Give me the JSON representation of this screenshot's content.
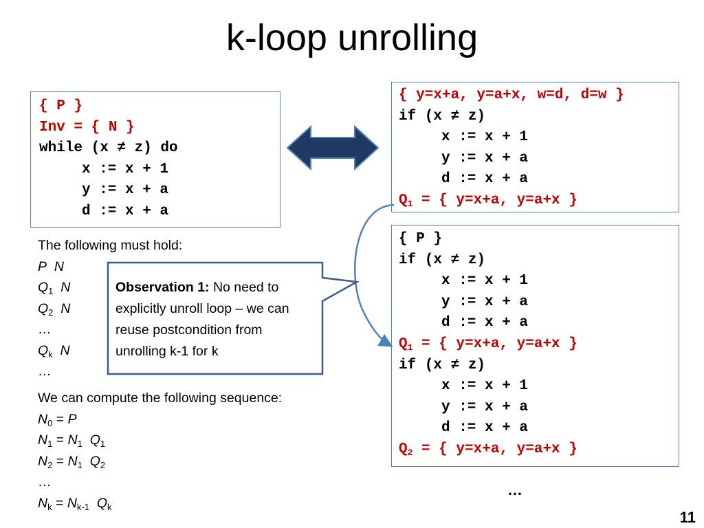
{
  "slide": {
    "title": "k-loop unrolling",
    "page_number": "11",
    "continuation": "…"
  },
  "left_box": {
    "precondition": "{ P }",
    "invariant": "Inv = { N }",
    "loop_header": "while (x ≠ z) do",
    "body": [
      "x := x + 1",
      "y := x + a",
      "d := x + a"
    ]
  },
  "top_right_box": {
    "assumption": "{ y=x+a, y=a+x, w=d, d=w }",
    "if_header": "if (x ≠ z)",
    "body": [
      "x := x + 1",
      "y := x + a",
      "d := x + a"
    ],
    "post_label": "Q",
    "post_index": "1",
    "post_rest": " = { y=x+a, y=a+x }"
  },
  "bottom_right_box": {
    "precondition": "{ P }",
    "block1": {
      "if_header": "if (x ≠ z)",
      "body": [
        "x := x + 1",
        "y := x + a",
        "d := x + a"
      ],
      "post_label": "Q",
      "post_index": "1",
      "post_rest": " = { y=x+a, y=a+x }"
    },
    "block2": {
      "if_header": "if (x ≠ z)",
      "body": [
        "x := x + 1",
        "y := x + a",
        "d := x + a"
      ],
      "post_label": "Q",
      "post_index": "2",
      "post_rest": " = { y=x+a, y=a+x }"
    }
  },
  "must_hold": {
    "heading": "The following must hold:",
    "implies_glyph": "",
    "ellipsis": "…",
    "rows": [
      {
        "lhs": "P",
        "lhs_sub": "",
        "rhs": "N"
      },
      {
        "lhs": "Q",
        "lhs_sub": "1",
        "rhs": "N"
      },
      {
        "lhs": "Q",
        "lhs_sub": "2",
        "rhs": "N"
      },
      {
        "lhs": "Q",
        "lhs_sub": "k",
        "rhs": "N"
      }
    ]
  },
  "observation": {
    "bold": "Observation 1:",
    "text": " No need to explicitly unroll loop – we can reuse postcondition from unrolling k-1 for k"
  },
  "sequence": {
    "heading": "We can compute the following sequence:",
    "n0": {
      "lhs": "N",
      "sub": "0",
      "eq": " = ",
      "rhs": "P"
    },
    "n1": {
      "lhs": "N",
      "sub": "1",
      "eq": " = ",
      "a": "N",
      "a_sub": "1",
      "b": "Q",
      "b_sub": "1"
    },
    "n2": {
      "lhs": "N",
      "sub": "2",
      "eq": " = ",
      "a": "N",
      "a_sub": "1",
      "b": "Q",
      "b_sub": "2"
    },
    "nk": {
      "lhs": "N",
      "sub": "k",
      "eq": " = ",
      "a": "N",
      "a_sub": "k-1",
      "b": "Q",
      "b_sub": "k"
    }
  },
  "colors": {
    "accent_red": "#c00000",
    "box_border": "#4f81bd",
    "arrow_fill": "#1f3864",
    "callout_border": "#385d8a"
  }
}
